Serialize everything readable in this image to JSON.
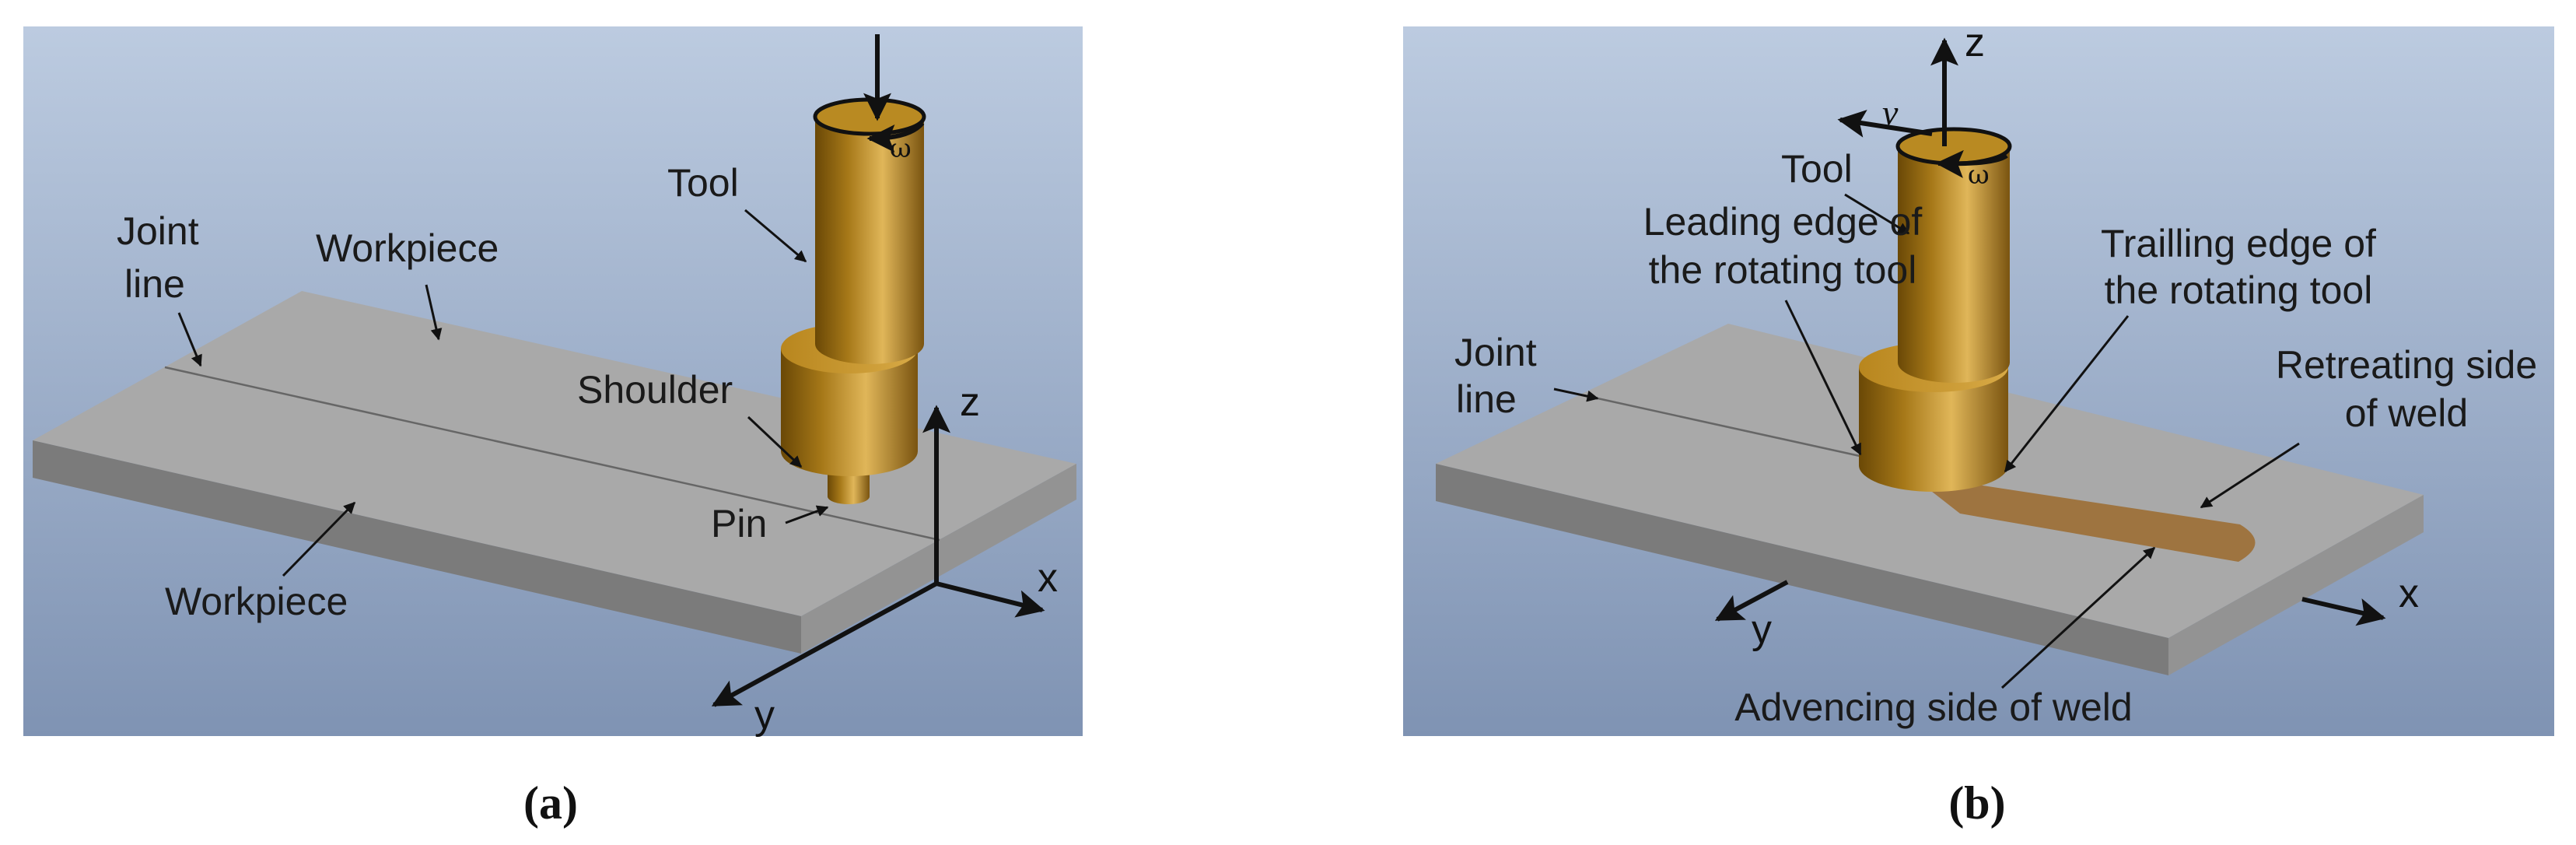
{
  "panel_a": {
    "labels": {
      "tool": "Tool",
      "joint_line_1": "Joint",
      "joint_line_2": "line",
      "workpiece_top": "Workpiece",
      "workpiece_bottom": "Workpiece",
      "shoulder": "Shoulder",
      "pin": "Pin",
      "omega": "ω"
    },
    "axes": {
      "x": "x",
      "y": "y",
      "z": "z"
    },
    "caption": "(a)"
  },
  "panel_b": {
    "labels": {
      "tool": "Tool",
      "v": "v",
      "omega": "ω",
      "leading_1": "Leading edge of",
      "leading_2": "the rotating tool",
      "trailing_1": "Trailling edge of",
      "trailing_2": "the rotating tool",
      "joint_line_1": "Joint",
      "joint_line_2": "line",
      "retreating_1": "Retreating side",
      "retreating_2": "of weld",
      "advancing": "Advencing side of weld"
    },
    "axes": {
      "x": "x",
      "y": "y",
      "z": "z"
    },
    "caption": "(b)"
  },
  "colors": {
    "background_top": "#bccbe0",
    "background_bottom": "#7f93b3",
    "plate_top": "#a9a9a9",
    "plate_front": "#7b7b7b",
    "plate_side": "#939393",
    "tool_dark": "#6a4806",
    "tool_light": "#e0b659",
    "weld": "#9e7440"
  }
}
